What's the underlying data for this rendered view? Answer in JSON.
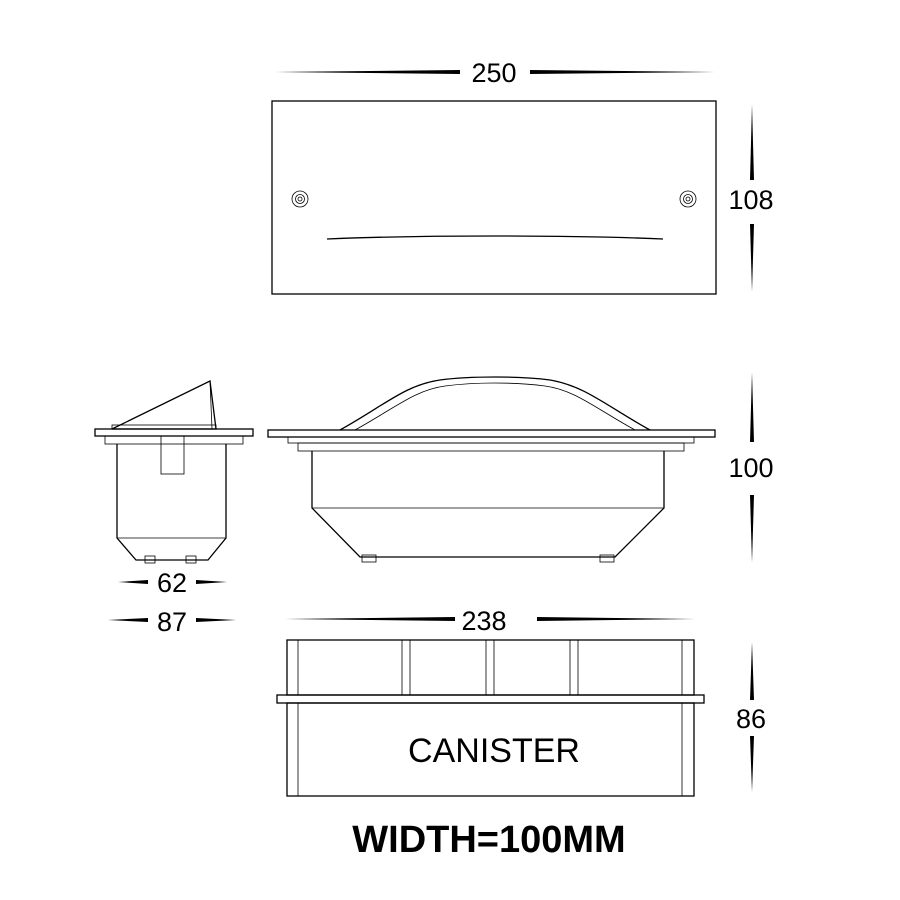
{
  "dimensions": {
    "top_view_width": "250",
    "top_view_height": "108",
    "side_view_height": "100",
    "end_view_inner_width": "62",
    "end_view_outer_width": "87",
    "canister_width": "238",
    "canister_height": "86"
  },
  "labels": {
    "canister": "CANISTER",
    "width_note": "WIDTH=100MM"
  }
}
